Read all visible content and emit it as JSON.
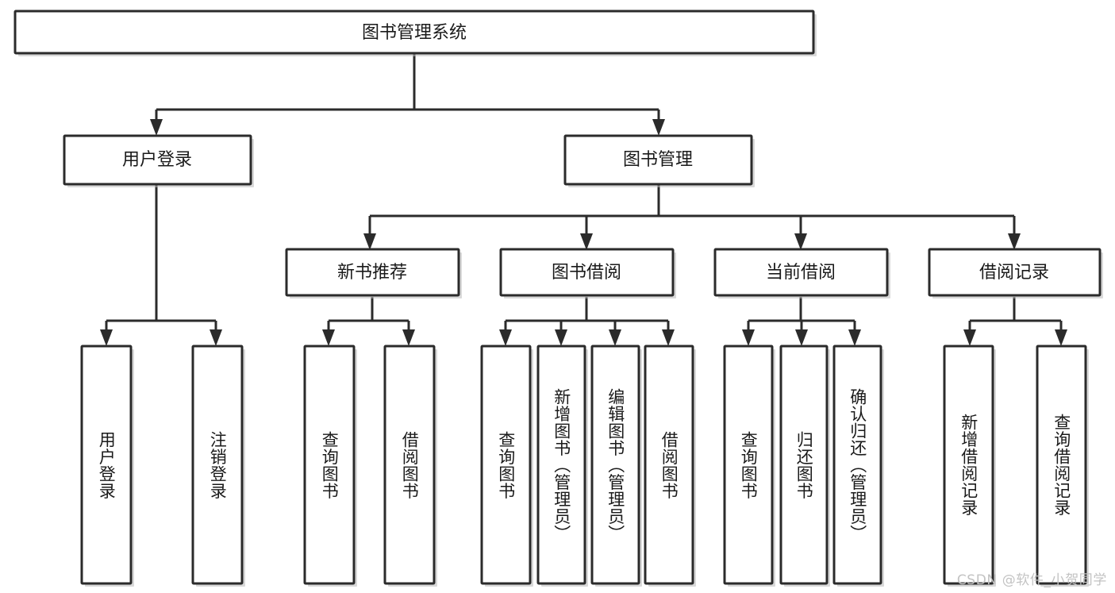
{
  "diagram": {
    "type": "tree",
    "title": "图书管理系统",
    "watermark": "CSDN @软件_小贺同学",
    "colors": {
      "box_stroke": "#2b2b2b",
      "box_fill": "#ffffff",
      "connector": "#2b2b2b",
      "text": "#1a1a1a",
      "watermark": "#c3c3c3",
      "background": "#ffffff"
    },
    "levels": {
      "root": "图书管理系统",
      "level2": [
        "用户登录",
        "图书管理"
      ],
      "level3": [
        "新书推荐",
        "图书借阅",
        "当前借阅",
        "借阅记录"
      ]
    },
    "nodes": {
      "root": {
        "label": "图书管理系统"
      },
      "user_login": {
        "label": "用户登录"
      },
      "book_manage": {
        "label": "图书管理"
      },
      "new_book_rec": {
        "label": "新书推荐"
      },
      "book_borrow": {
        "label": "图书借阅"
      },
      "current_borrow": {
        "label": "当前借阅"
      },
      "borrow_record": {
        "label": "借阅记录"
      }
    },
    "leaves": {
      "user_login": [
        {
          "label": "用户登录"
        },
        {
          "label": "注销登录"
        }
      ],
      "new_book_rec": [
        {
          "label": "查询图书"
        },
        {
          "label": "借阅图书"
        }
      ],
      "book_borrow": [
        {
          "label": "查询图书"
        },
        {
          "label": "新增图书（管理员）"
        },
        {
          "label": "编辑图书（管理员）"
        },
        {
          "label": "借阅图书"
        }
      ],
      "current_borrow": [
        {
          "label": "查询图书"
        },
        {
          "label": "归还图书"
        },
        {
          "label": "确认归还（管理员）"
        }
      ],
      "borrow_record": [
        {
          "label": "新增借阅记录"
        },
        {
          "label": "查询借阅记录"
        }
      ]
    }
  }
}
